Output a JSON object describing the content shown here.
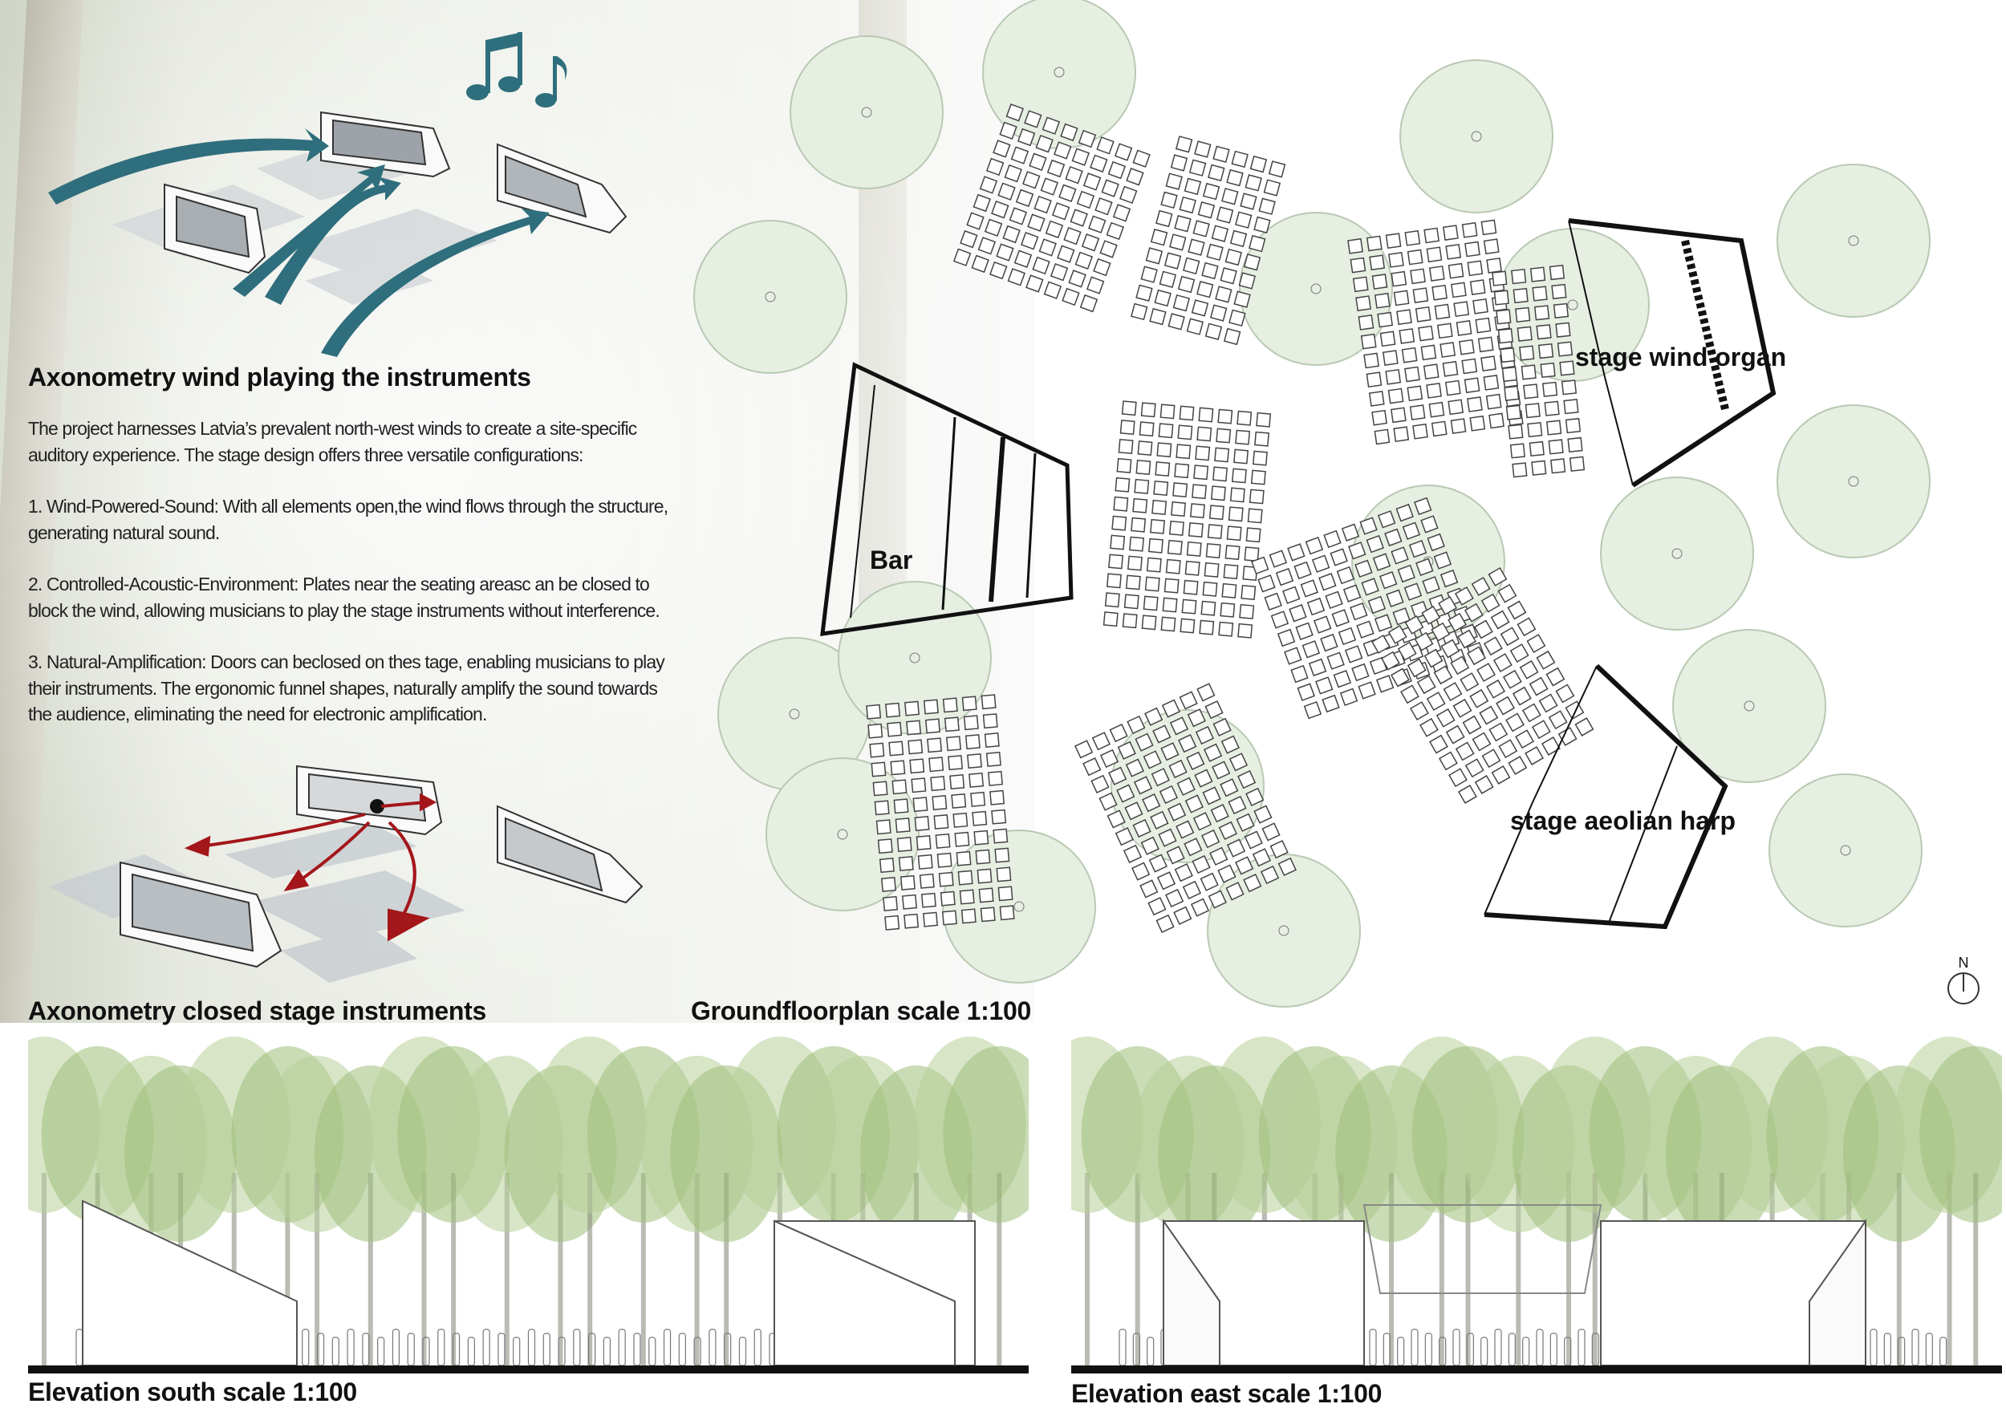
{
  "axonometry_wind": {
    "title": "Axonometry wind playing the instruments"
  },
  "description": {
    "intro": "The project harnesses Latvia’s prevalent north-west winds to create a site-specific auditory experience. The stage design offers three versatile configurations:",
    "points": [
      "1. Wind-Powered-Sound: With all elements open,the wind flows through the structure, generating natural sound.",
      "2. Controlled-Acoustic-Environment: Plates near the seating areasc an be closed to block the wind, allowing musicians to play the stage instruments without interference.",
      "3. Natural-Amplification: Doors can beclosed on thes tage, enabling musicians to play their instruments. The ergonomic funnel shapes, naturally amplify the sound towards the audience, eliminating the need for electronic amplification."
    ]
  },
  "axonometry_closed": {
    "title": "Axonometry closed stage instruments"
  },
  "plan": {
    "title": "Groundfloorplan scale 1:100",
    "labels": {
      "bar": "Bar",
      "wind_organ": "stage wind organ",
      "aeolian_harp": "stage aeolian harp"
    },
    "north": "N"
  },
  "elevation_south": {
    "title": "Elevation south scale 1:100"
  },
  "elevation_east": {
    "title": "Elevation east scale 1:100"
  },
  "colors": {
    "wind_arrow": "#2f6e7c",
    "sound_arrow": "#a3161a",
    "tree_fill": "#e6efe2",
    "tree_stroke": "#b9c9b3"
  }
}
